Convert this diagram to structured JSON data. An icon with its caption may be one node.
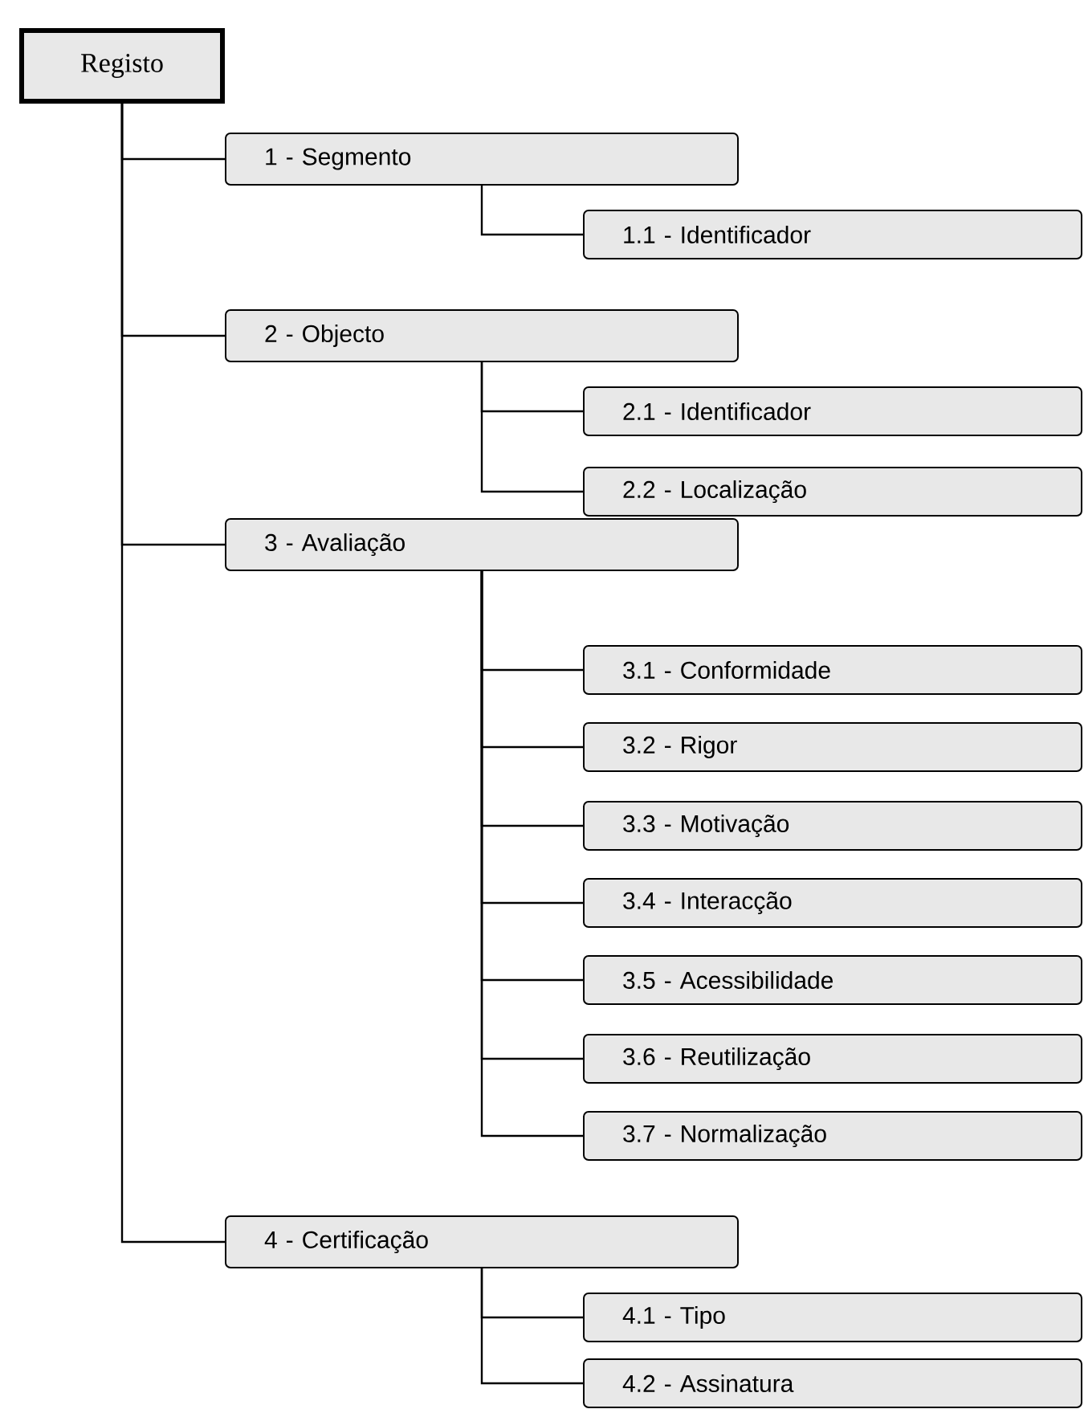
{
  "diagram": {
    "nodes": [
      {
        "text": [
          "Registo"
        ]
      },
      {
        "text": [
          "1 - Segmento"
        ]
      },
      {
        "text": [
          "1.1 - Identificador"
        ]
      },
      {
        "text": [
          "2 - Objecto"
        ]
      },
      {
        "text": [
          "2.1 - Identificador"
        ]
      },
      {
        "text": [
          "2.2 - Localização"
        ]
      },
      {
        "text": [
          "3 - Avaliação"
        ]
      },
      {
        "text": [
          "3.1 - Conformidade"
        ]
      },
      {
        "text": [
          "3.2 - Rigor"
        ]
      },
      {
        "text": [
          "3.3 - Motivação"
        ]
      },
      {
        "text": [
          "3.4 - Interacção"
        ]
      },
      {
        "text": [
          "3.5 - Acessibilidade"
        ]
      },
      {
        "text": [
          "3.6 - Reutilização"
        ]
      },
      {
        "text": [
          "3.7 - Normalização"
        ]
      },
      {
        "text": [
          "4 - Certificação"
        ]
      },
      {
        "text": [
          "4.1 - Tipo"
        ]
      },
      {
        "text": [
          "4.2 - Assinatura"
        ]
      }
    ],
    "edges": [
      {
        "from": 0,
        "to": 1,
        "arrow": "none"
      },
      {
        "from": 1,
        "to": 2,
        "arrow": "none"
      },
      {
        "from": 0,
        "to": 3,
        "arrow": "none"
      },
      {
        "from": 3,
        "to": 4,
        "arrow": "none"
      },
      {
        "from": 3,
        "to": 5,
        "arrow": "none"
      },
      {
        "from": 0,
        "to": 6,
        "arrow": "none"
      },
      {
        "from": 6,
        "to": 7,
        "arrow": "none"
      },
      {
        "from": 6,
        "to": 8,
        "arrow": "none"
      },
      {
        "from": 6,
        "to": 9,
        "arrow": "none"
      },
      {
        "from": 6,
        "to": 10,
        "arrow": "none"
      },
      {
        "from": 6,
        "to": 11,
        "arrow": "none"
      },
      {
        "from": 6,
        "to": 12,
        "arrow": "none"
      },
      {
        "from": 6,
        "to": 13,
        "arrow": "none"
      },
      {
        "from": 0,
        "to": 14,
        "arrow": "none"
      },
      {
        "from": 14,
        "to": 15,
        "arrow": "none"
      },
      {
        "from": 14,
        "to": 16,
        "arrow": "none"
      }
    ]
  }
}
